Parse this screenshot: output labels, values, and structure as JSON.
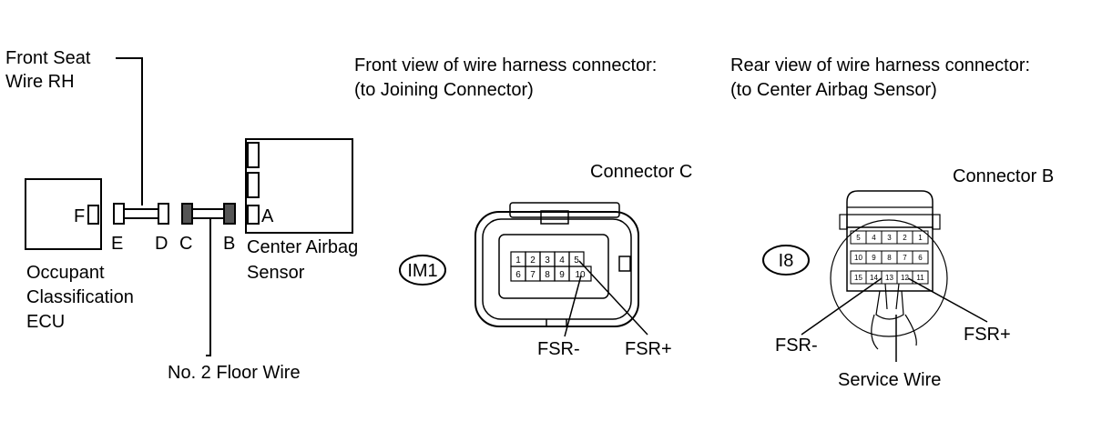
{
  "left_diagram": {
    "front_seat_wire_line1": "Front Seat",
    "front_seat_wire_line2": "Wire RH",
    "ecu_connector_letter": "F",
    "connector_e": "E",
    "connector_d": "D",
    "connector_c": "C",
    "connector_b": "B",
    "connector_a": "A",
    "ecu_label_line1": "Occupant",
    "ecu_label_line2": "Classification",
    "ecu_label_line3": "ECU",
    "sensor_label_line1": "Center Airbag",
    "sensor_label_line2": "Sensor",
    "floor_wire_label": "No. 2 Floor Wire"
  },
  "middle_view": {
    "title_line1": "Front view of wire harness connector:",
    "title_line2": "(to Joining Connector)",
    "connector_name": "Connector C",
    "connector_code": "IM1",
    "pins_top": [
      "1",
      "2",
      "3",
      "4",
      "5"
    ],
    "pins_bottom": [
      "6",
      "7",
      "8",
      "9",
      "10"
    ],
    "fsr_minus": "FSR-",
    "fsr_plus": "FSR+"
  },
  "right_view": {
    "title_line1": "Rear view of wire harness connector:",
    "title_line2": "(to Center Airbag Sensor)",
    "connector_name": "Connector B",
    "connector_code": "I8",
    "pins_row1": [
      "5",
      "4",
      "3",
      "2",
      "1"
    ],
    "pins_row2": [
      "10",
      "9",
      "8",
      "7",
      "6"
    ],
    "pins_row3": [
      "15",
      "14",
      "13",
      "12",
      "11"
    ],
    "fsr_minus": "FSR-",
    "fsr_plus": "FSR+",
    "service_wire": "Service Wire"
  }
}
